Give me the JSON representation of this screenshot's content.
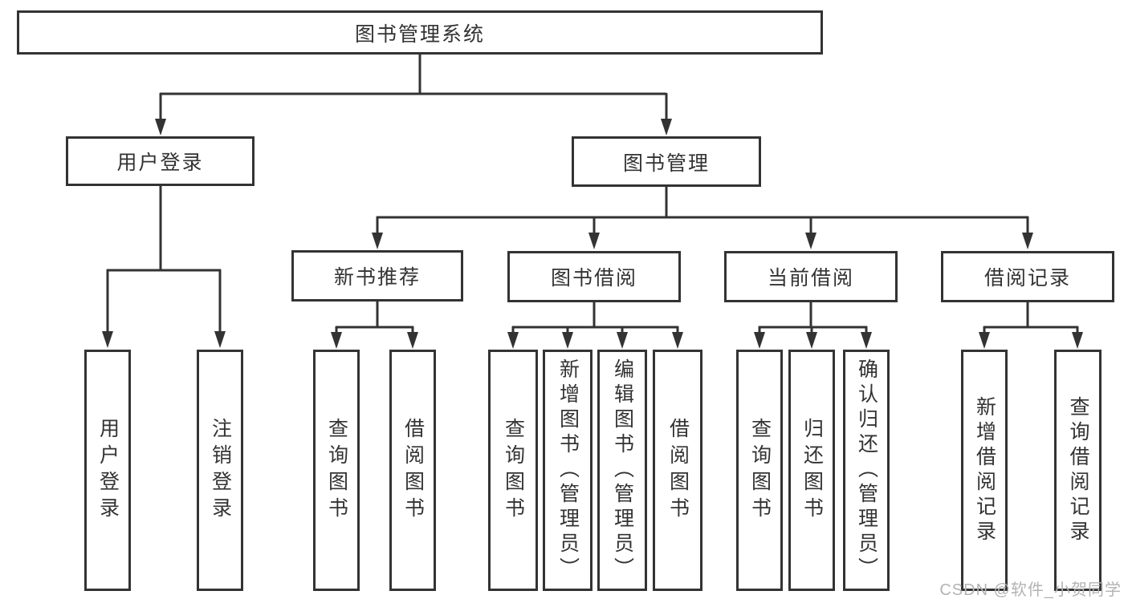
{
  "colors": {
    "line": "#333333",
    "box_border": "#333333",
    "text": "#333333",
    "watermark": "#b3b3b3",
    "background": "#ffffff"
  },
  "tree": {
    "root": {
      "label": "图书管理系统"
    },
    "user_login": {
      "label": "用户登录",
      "children": [
        {
          "label": "用户登录"
        },
        {
          "label": "注销登录"
        }
      ]
    },
    "book_management": {
      "label": "图书管理",
      "sections": [
        {
          "label": "新书推荐",
          "children": [
            {
              "label": "查询图书"
            },
            {
              "label": "借阅图书"
            }
          ]
        },
        {
          "label": "图书借阅",
          "children": [
            {
              "label": "查询图书"
            },
            {
              "label": "新增图书（管理员）"
            },
            {
              "label": "编辑图书（管理员）"
            },
            {
              "label": "借阅图书"
            }
          ]
        },
        {
          "label": "当前借阅",
          "children": [
            {
              "label": "查询图书"
            },
            {
              "label": "归还图书"
            },
            {
              "label": "确认归还（管理员）"
            }
          ]
        },
        {
          "label": "借阅记录",
          "children": [
            {
              "label": "新增借阅记录"
            },
            {
              "label": "查询借阅记录"
            }
          ]
        }
      ]
    }
  },
  "watermark": {
    "text": "CSDN @软件_小贺同学"
  }
}
